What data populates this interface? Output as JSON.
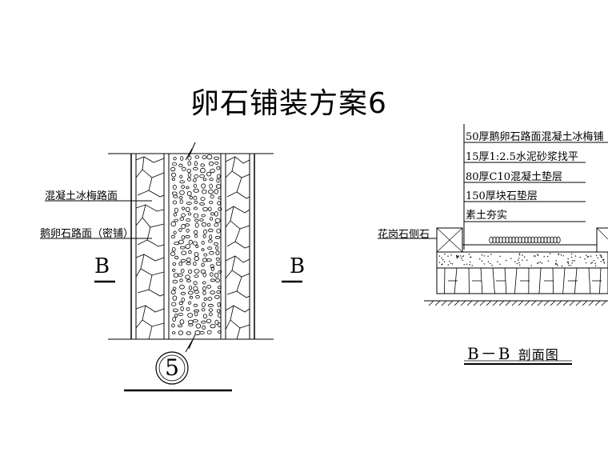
{
  "title": "卵石铺装方案6",
  "plan": {
    "label_concrete": "混凝土冰梅路面",
    "label_pebble": "鹅卵石路面（密铺）",
    "cut_left": "B",
    "cut_right": "B",
    "detail_number": "5"
  },
  "section": {
    "layers": [
      "50厚鹅卵石路面混凝土冰梅铺",
      "15厚1:2.5水泥砂浆找平",
      "80厚C10混凝土垫层",
      "150厚块石垫层",
      "素土夯实"
    ],
    "curb_label": "花岗石侧石",
    "title": "B－B",
    "title_suffix": "剖面图"
  }
}
